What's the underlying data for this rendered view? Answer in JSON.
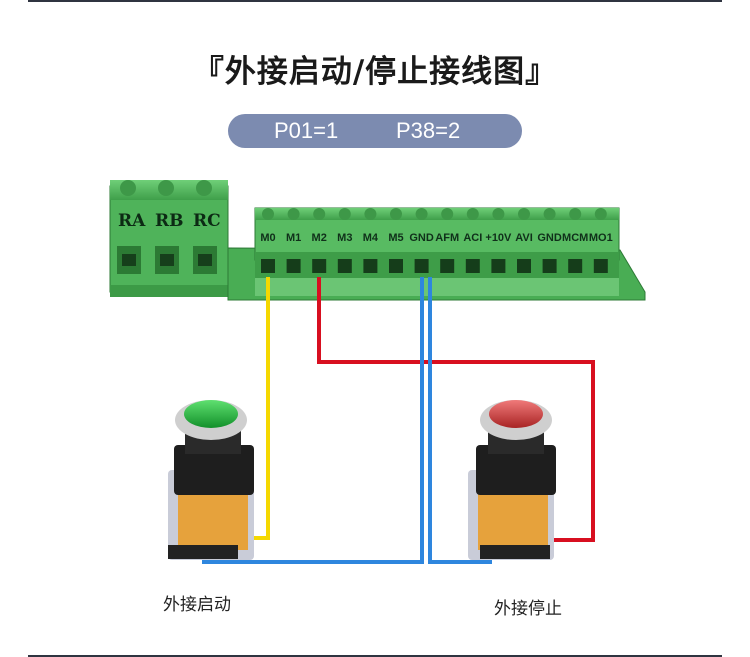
{
  "title": "『外接启动/停止接线图』",
  "params": {
    "p01": "P01=1",
    "p38": "P38=2"
  },
  "relay_terminals": [
    "RA",
    "RB",
    "RC"
  ],
  "terminals": [
    "M0",
    "M1",
    "M2",
    "M3",
    "M4",
    "M5",
    "GND",
    "AFM",
    "ACI",
    "+10V",
    "AVI",
    "GND",
    "MCM",
    "MO1"
  ],
  "buttons": {
    "start_label": "外接启动",
    "stop_label": "外接停止"
  },
  "colors": {
    "wire_yellow": "#f5d800",
    "wire_red": "#d80f20",
    "wire_blue": "#2e86de",
    "board": "#4fb35a",
    "button_green": "#1fae3a",
    "button_red": "#c83a3a"
  }
}
